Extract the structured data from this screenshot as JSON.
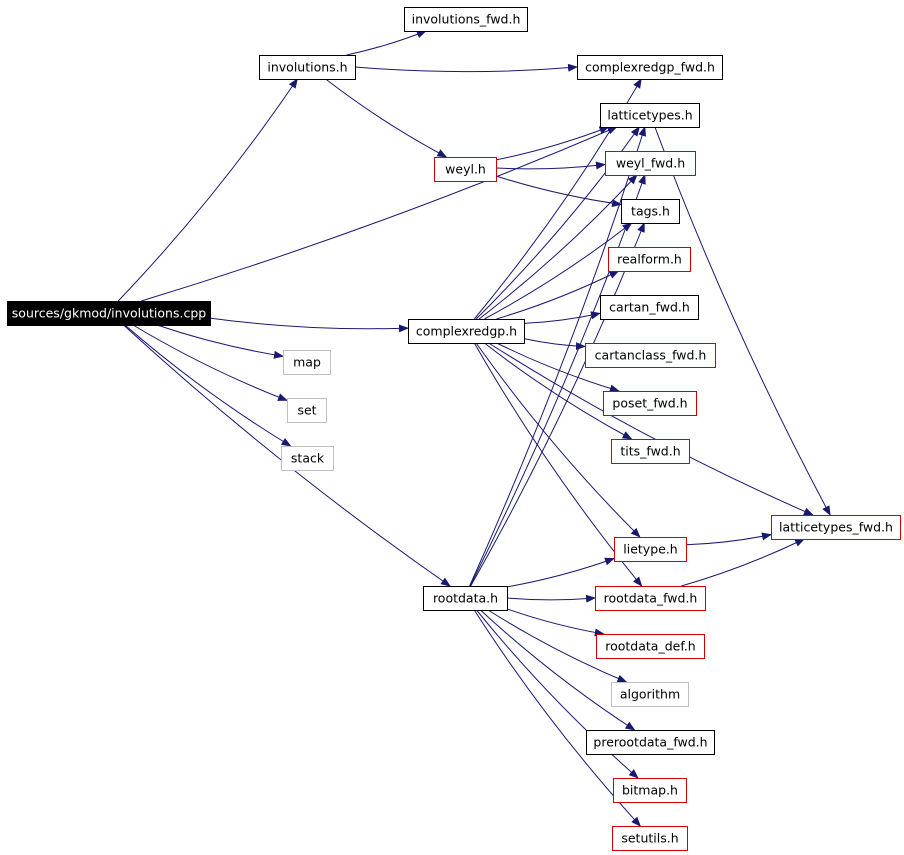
{
  "colors": {
    "edge": "#191970",
    "root_fill": "#000000",
    "root_text": "#ffffff",
    "box_black": "#000000",
    "box_red": "#d00000",
    "box_gray": "#bfbfbf",
    "text": "#000000"
  },
  "nodes": [
    {
      "id": "root",
      "label": "sources/gkmod/involutions.cpp",
      "style": "root"
    },
    {
      "id": "involutions_fwd",
      "label": "involutions_fwd.h",
      "style": "black"
    },
    {
      "id": "involutions",
      "label": "involutions.h",
      "style": "black"
    },
    {
      "id": "complexredgp_fwd",
      "label": "complexredgp_fwd.h",
      "style": "black"
    },
    {
      "id": "latticetypes",
      "label": "latticetypes.h",
      "style": "black"
    },
    {
      "id": "weyl",
      "label": "weyl.h",
      "style": "red"
    },
    {
      "id": "weyl_fwd",
      "label": "weyl_fwd.h",
      "style": "red"
    },
    {
      "id": "tags",
      "label": "tags.h",
      "style": "black"
    },
    {
      "id": "realform",
      "label": "realform.h",
      "style": "red"
    },
    {
      "id": "cartan_fwd",
      "label": "cartan_fwd.h",
      "style": "black"
    },
    {
      "id": "complexredgp",
      "label": "complexredgp.h",
      "style": "black"
    },
    {
      "id": "cartanclass_fwd",
      "label": "cartanclass_fwd.h",
      "style": "red"
    },
    {
      "id": "map",
      "label": "map",
      "style": "gray"
    },
    {
      "id": "set",
      "label": "set",
      "style": "gray"
    },
    {
      "id": "poset_fwd",
      "label": "poset_fwd.h",
      "style": "red"
    },
    {
      "id": "stack",
      "label": "stack",
      "style": "gray"
    },
    {
      "id": "tits_fwd",
      "label": "tits_fwd.h",
      "style": "red"
    },
    {
      "id": "latticetypes_fwd",
      "label": "latticetypes_fwd.h",
      "style": "red"
    },
    {
      "id": "lietype",
      "label": "lietype.h",
      "style": "red"
    },
    {
      "id": "rootdata",
      "label": "rootdata.h",
      "style": "black"
    },
    {
      "id": "rootdata_fwd",
      "label": "rootdata_fwd.h",
      "style": "red"
    },
    {
      "id": "rootdata_def",
      "label": "rootdata_def.h",
      "style": "red"
    },
    {
      "id": "algorithm",
      "label": "algorithm",
      "style": "gray"
    },
    {
      "id": "prerootdata_fwd",
      "label": "prerootdata_fwd.h",
      "style": "black"
    },
    {
      "id": "bitmap",
      "label": "bitmap.h",
      "style": "red"
    },
    {
      "id": "setutils",
      "label": "setutils.h",
      "style": "red"
    }
  ],
  "edges": [
    {
      "from": "root",
      "to": "involutions"
    },
    {
      "from": "root",
      "to": "latticetypes"
    },
    {
      "from": "root",
      "to": "complexredgp"
    },
    {
      "from": "root",
      "to": "rootdata"
    },
    {
      "from": "root",
      "to": "map"
    },
    {
      "from": "root",
      "to": "set"
    },
    {
      "from": "root",
      "to": "stack"
    },
    {
      "from": "involutions",
      "to": "involutions_fwd"
    },
    {
      "from": "involutions",
      "to": "complexredgp_fwd"
    },
    {
      "from": "involutions",
      "to": "weyl"
    },
    {
      "from": "weyl",
      "to": "latticetypes"
    },
    {
      "from": "weyl",
      "to": "weyl_fwd"
    },
    {
      "from": "weyl",
      "to": "tags"
    },
    {
      "from": "latticetypes",
      "to": "latticetypes_fwd"
    },
    {
      "from": "complexredgp",
      "to": "complexredgp_fwd"
    },
    {
      "from": "complexredgp",
      "to": "latticetypes"
    },
    {
      "from": "complexredgp",
      "to": "weyl_fwd"
    },
    {
      "from": "complexredgp",
      "to": "tags"
    },
    {
      "from": "complexredgp",
      "to": "realform"
    },
    {
      "from": "complexredgp",
      "to": "cartan_fwd"
    },
    {
      "from": "complexredgp",
      "to": "cartanclass_fwd"
    },
    {
      "from": "complexredgp",
      "to": "poset_fwd"
    },
    {
      "from": "complexredgp",
      "to": "tits_fwd"
    },
    {
      "from": "complexredgp",
      "to": "latticetypes_fwd"
    },
    {
      "from": "complexredgp",
      "to": "lietype"
    },
    {
      "from": "complexredgp",
      "to": "rootdata_fwd"
    },
    {
      "from": "lietype",
      "to": "latticetypes_fwd"
    },
    {
      "from": "rootdata_fwd",
      "to": "latticetypes_fwd"
    },
    {
      "from": "rootdata",
      "to": "latticetypes"
    },
    {
      "from": "rootdata",
      "to": "weyl_fwd"
    },
    {
      "from": "rootdata",
      "to": "tags"
    },
    {
      "from": "rootdata",
      "to": "lietype"
    },
    {
      "from": "rootdata",
      "to": "rootdata_fwd"
    },
    {
      "from": "rootdata",
      "to": "rootdata_def"
    },
    {
      "from": "rootdata",
      "to": "algorithm"
    },
    {
      "from": "rootdata",
      "to": "prerootdata_fwd"
    },
    {
      "from": "rootdata",
      "to": "bitmap"
    },
    {
      "from": "rootdata",
      "to": "setutils"
    }
  ]
}
